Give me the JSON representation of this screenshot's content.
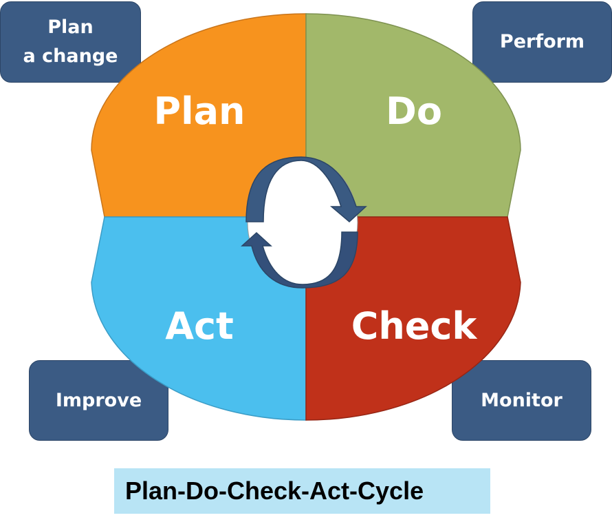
{
  "quadrants": {
    "plan": "Plan",
    "do": "Do",
    "check": "Check",
    "act": "Act"
  },
  "boxes": {
    "plan_line1": "Plan",
    "plan_line2": "a change",
    "perform": "Perform",
    "improve": "Improve",
    "monitor": "Monitor"
  },
  "title": "Plan-Do-Check-Act-Cycle",
  "colors": {
    "plan": "#f7931e",
    "do": "#a2b86a",
    "check": "#c0311a",
    "act": "#4bbfee",
    "box": "#3b5b84",
    "arrow": "#3a5a82",
    "title_bg": "#b8e4f5"
  }
}
